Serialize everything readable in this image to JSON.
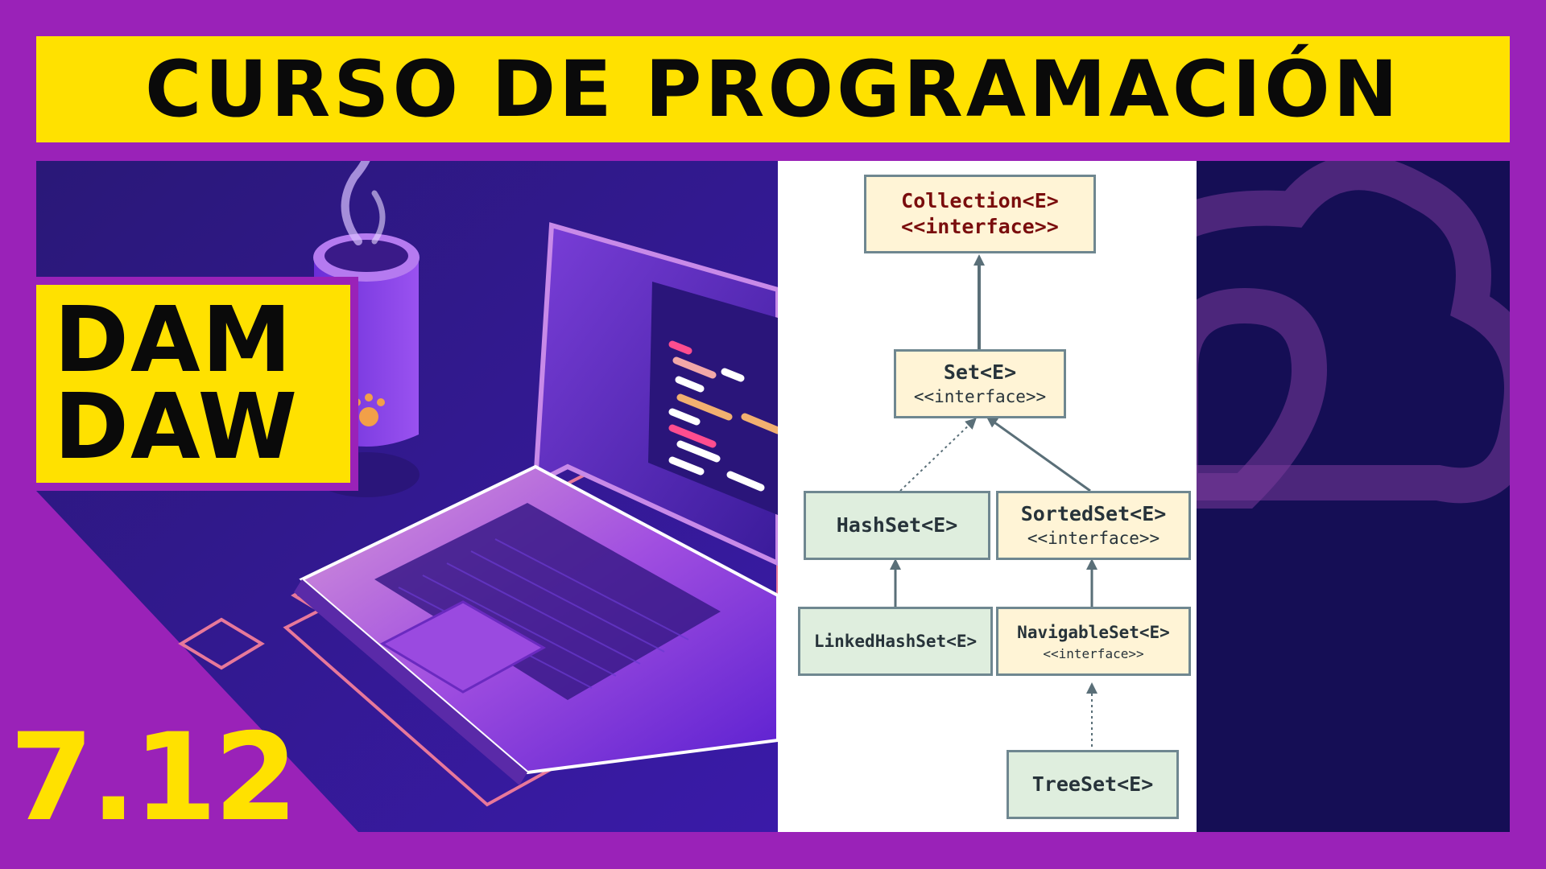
{
  "banner": {
    "title": "CURSO DE PROGRAMACIÓN"
  },
  "badge": {
    "line1": "DAM",
    "line2": "DAW"
  },
  "lesson": {
    "number": "7.12"
  },
  "diagram": {
    "collection": {
      "name": "Collection<E>",
      "stereotype": "<<interface>>"
    },
    "set": {
      "name": "Set<E>",
      "stereotype": "<<interface>>"
    },
    "hashset": {
      "name": "HashSet<E>"
    },
    "sortedset": {
      "name": "SortedSet<E>",
      "stereotype": "<<interface>>"
    },
    "linkedhashset": {
      "name": "LinkedHashSet<E>"
    },
    "navigableset": {
      "name": "NavigableSet<E>",
      "stereotype": "<<interface>>"
    },
    "treeset": {
      "name": "TreeSet<E>"
    }
  },
  "colors": {
    "purple": "#9a22b8",
    "yellow": "#ffe100",
    "navy": "#150e55"
  }
}
